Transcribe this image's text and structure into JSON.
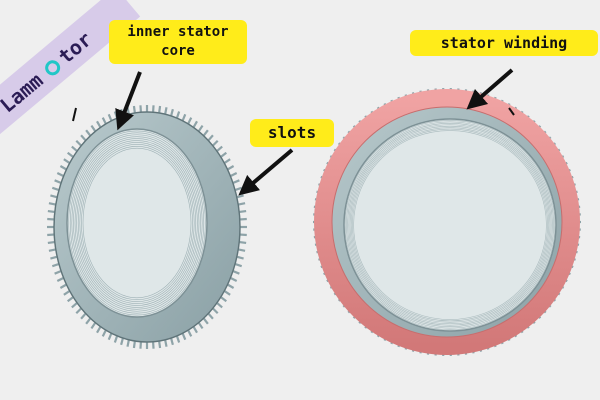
{
  "brand": {
    "name_part1": "Lamm",
    "name_part2": "tor"
  },
  "labels": {
    "inner_stator_core": "inner stator\ncore",
    "slots": "slots",
    "stator_winding": "stator winding"
  },
  "colors": {
    "background": "#efefef",
    "label_bg": "#ffec1a",
    "brand_bg": "#d7cbe9",
    "brand_text": "#2b1c55",
    "brand_accent": "#21c7c7",
    "steel": "#9fb4b8",
    "steel_dark": "#6f8489",
    "winding": "#e58a8a",
    "winding_dark": "#c76d6d"
  }
}
